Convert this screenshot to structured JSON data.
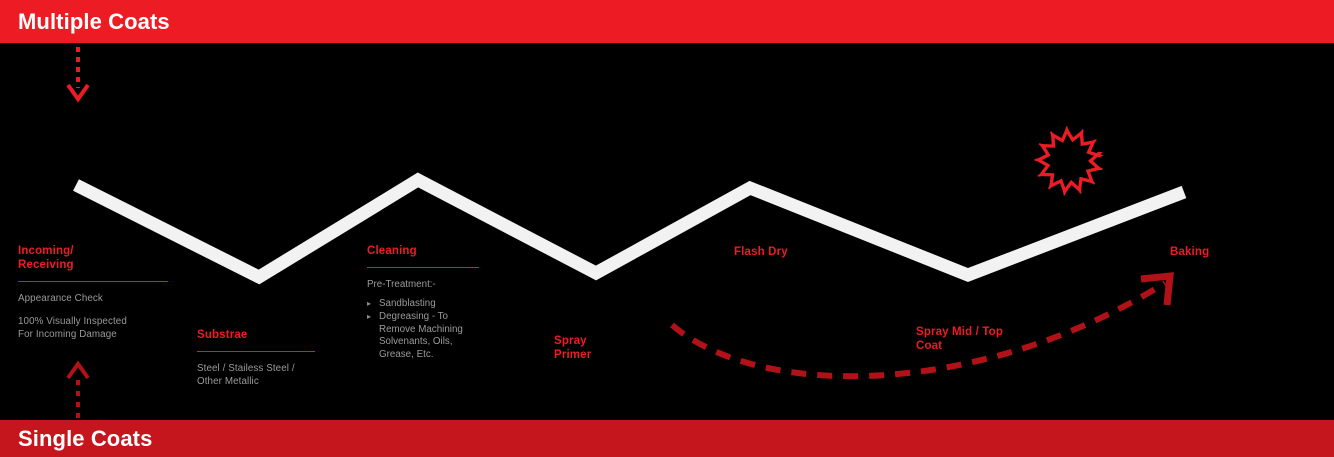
{
  "banners": {
    "top": {
      "label": "Multiple Coats",
      "color": "#ed1c24",
      "text_color": "#ffffff"
    },
    "bottom": {
      "label": "Single Coats",
      "color": "#c4161c",
      "text_color": "#ffffff"
    }
  },
  "theme": {
    "background": "#000000",
    "accent_red": "#ed1c24",
    "dark_red": "#b01217",
    "process_line": "#f2f2f2",
    "body_text": "#9a9a9a"
  },
  "stages": [
    {
      "id": "incoming",
      "title": "Incoming/\nReceiving",
      "rule": true,
      "body": [
        "Appearance Check",
        "100% Visually Inspected\nFor Incoming Damage"
      ]
    },
    {
      "id": "substrate",
      "title": "Substrae",
      "rule": true,
      "body": [
        "Steel / Stailess Steel /\nOther Metallic"
      ]
    },
    {
      "id": "cleaning",
      "title": "Cleaning",
      "rule": true,
      "subtitle": "Pre-Treatment:-",
      "bullets": [
        "Sandblasting",
        "Degreasing - To\nRemove Machining\nSolvenants, Oils,\nGrease, Etc."
      ]
    },
    {
      "id": "primer",
      "title": "Spray\nPrimer",
      "rule": false,
      "body": []
    },
    {
      "id": "flash-dry",
      "title": "Flash Dry",
      "rule": false,
      "body": []
    },
    {
      "id": "mid-top-coat",
      "title": "Spray Mid / Top\nCoat",
      "rule": false,
      "body": []
    },
    {
      "id": "baking",
      "title": "Baking",
      "rule": false,
      "body": []
    }
  ],
  "icons": {
    "recycle_loop": "circular-arrow-loop-icon",
    "down_arrow": "dotted-down-arrow-icon",
    "up_arrow": "dotted-up-arrow-icon",
    "return_arrow": "dashed-curved-return-arrow-icon",
    "process_line": "zigzag-process-line"
  }
}
